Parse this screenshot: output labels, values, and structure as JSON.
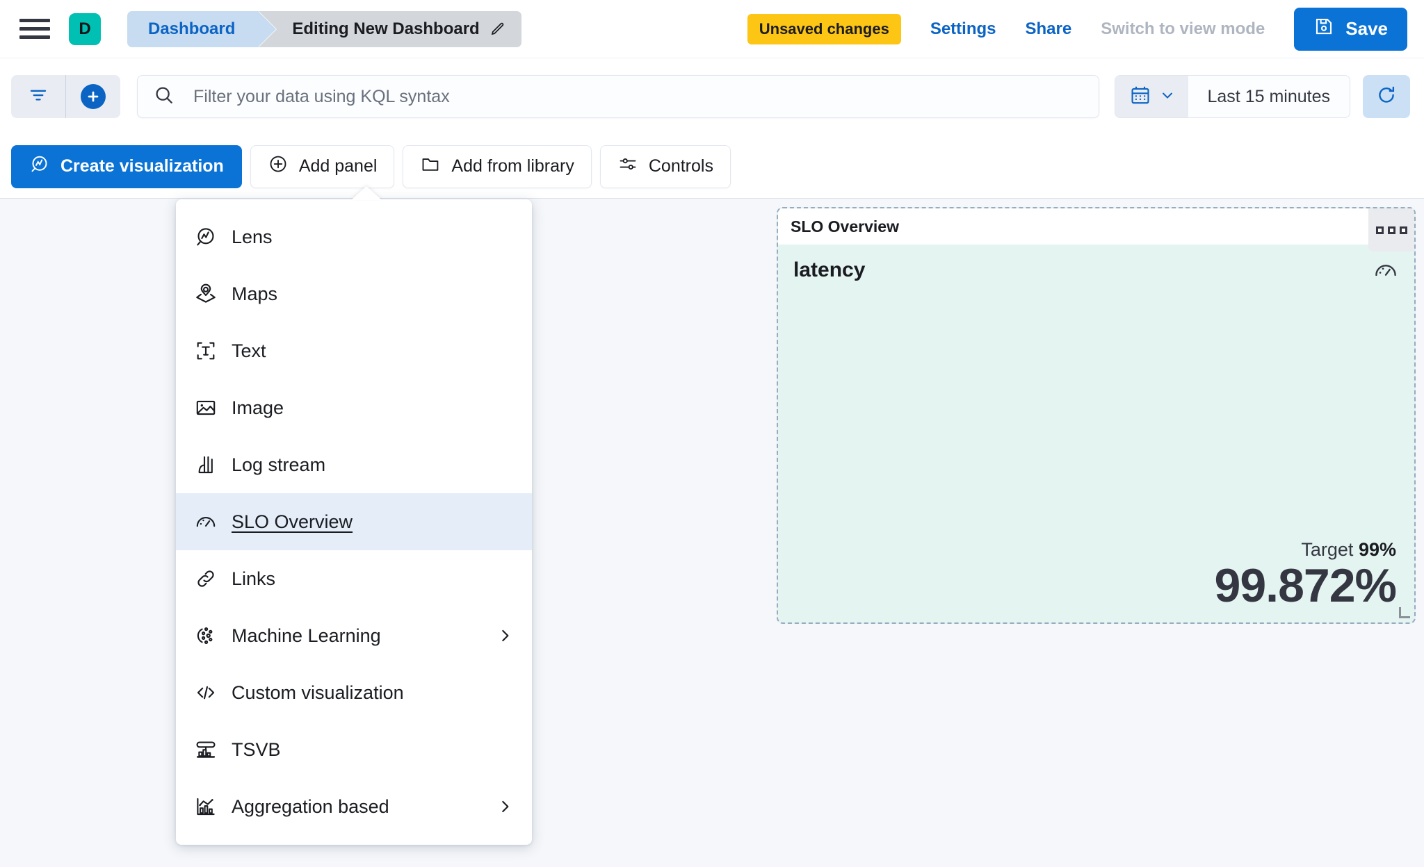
{
  "header": {
    "menu_icon": "hamburger-icon",
    "avatar_letter": "D",
    "breadcrumb": [
      {
        "label": "Dashboard"
      },
      {
        "label": "Editing New Dashboard",
        "icon": "pencil-icon"
      }
    ],
    "unsaved_badge": "Unsaved changes",
    "settings_label": "Settings",
    "share_label": "Share",
    "view_mode_label": "Switch to view mode",
    "save_label": "Save"
  },
  "query_bar": {
    "filter_icon": "filter-icon",
    "add_filter_icon": "plus-circle-icon",
    "search_icon": "search-icon",
    "search_value": "",
    "search_placeholder": "Filter your data using KQL syntax",
    "calendar_icon": "calendar-icon",
    "time_range": "Last 15 minutes",
    "refresh_icon": "refresh-icon"
  },
  "toolbar": {
    "create_visualization": "Create visualization",
    "add_panel": "Add panel",
    "add_from_library": "Add from library",
    "controls": "Controls"
  },
  "add_panel_menu": {
    "items": [
      {
        "label": "Lens",
        "icon": "lens-icon",
        "submenu": false,
        "active": false
      },
      {
        "label": "Maps",
        "icon": "maps-icon",
        "submenu": false,
        "active": false
      },
      {
        "label": "Text",
        "icon": "text-icon",
        "submenu": false,
        "active": false
      },
      {
        "label": "Image",
        "icon": "image-icon",
        "submenu": false,
        "active": false
      },
      {
        "label": "Log stream",
        "icon": "log-stream-icon",
        "submenu": false,
        "active": false
      },
      {
        "label": "SLO Overview",
        "icon": "gauge-icon",
        "submenu": false,
        "active": true
      },
      {
        "label": "Links",
        "icon": "link-icon",
        "submenu": false,
        "active": false
      },
      {
        "label": "Machine Learning",
        "icon": "ml-icon",
        "submenu": true,
        "active": false
      },
      {
        "label": "Custom visualization",
        "icon": "code-icon",
        "submenu": false,
        "active": false
      },
      {
        "label": "TSVB",
        "icon": "tsvb-icon",
        "submenu": false,
        "active": false
      },
      {
        "label": "Aggregation based",
        "icon": "agg-chart-icon",
        "submenu": true,
        "active": false
      }
    ]
  },
  "slo_panel": {
    "panel_title": "SLO Overview",
    "context_menu_icon": "three-dots-icon",
    "slo_name": "latency",
    "gauge_icon": "gauge-icon",
    "target_prefix": "Target",
    "target_value": "99%",
    "sli_value": "99.872%",
    "resize_handle": "resize-handle"
  },
  "colors": {
    "accent_blue": "#0B73D6",
    "link_blue": "#0B64C4",
    "warning_yellow": "#FDC514",
    "avatar_teal": "#00BFB3",
    "panel_mint": "#E4F4F1",
    "menu_active": "#E4EDF8",
    "disabled_text": "#AFB5C0"
  }
}
